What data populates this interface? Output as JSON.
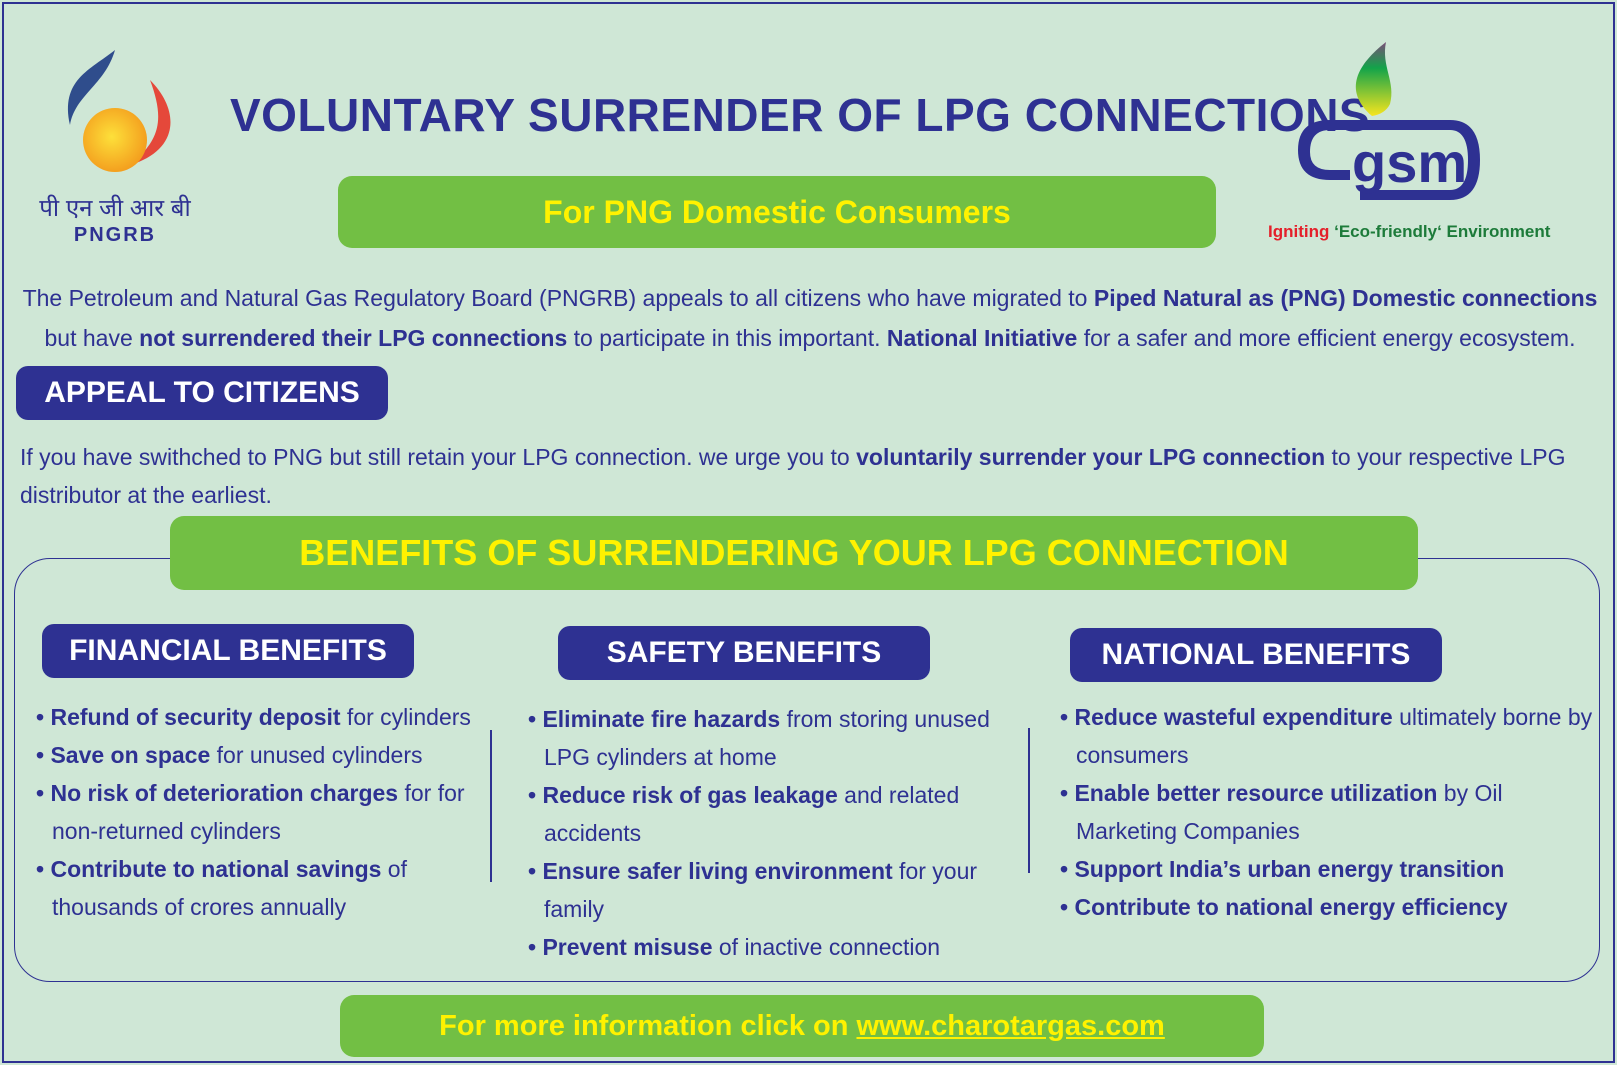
{
  "header": {
    "title": "VOLUNTARY SURRENDER OF LPG CONNECTIONS",
    "subtitle": "For PNG Domestic Consumers"
  },
  "logos": {
    "left": {
      "hindi": "पी एन जी आर बी",
      "name": "PNGRB"
    },
    "right": {
      "name": "cgsm",
      "tagline_red": "Igniting",
      "tagline_green": "‘Eco-friendly‘ Environment"
    }
  },
  "intro": {
    "p1": "The Petroleum and Natural Gas Regulatory Board (PNGRB) appeals to all citizens who have migrated to ",
    "b1": "Piped Natural as (PNG) Domestic connections",
    "p2": " but have ",
    "b2": "not surrendered their LPG connections",
    "p3": " to participate in this important. ",
    "b3": "National Initiative",
    "p4": " for a safer and more efficient energy ecosystem."
  },
  "appeal": {
    "heading": "APPEAL TO CITIZENS",
    "t1": "If you have swithched to PNG but still retain your LPG connection. we urge you to ",
    "b1": "voluntarily surrender your LPG connection",
    "t2": "  to your respective LPG distributor at the earliest."
  },
  "benefits": {
    "heading": "BENEFITS OF SURRENDERING YOUR LPG CONNECTION",
    "columns": [
      {
        "heading": "FINANCIAL BENEFITS",
        "items": [
          {
            "bold": "Refund of security deposit",
            "rest": " for cylinders"
          },
          {
            "bold": "Save on space",
            "rest": " for unused cylinders"
          },
          {
            "bold": "No risk of deterioration charges",
            "rest": " for for non-returned cylinders"
          },
          {
            "bold": "Contribute to national savings",
            "rest": " of thousands of crores annually"
          }
        ]
      },
      {
        "heading": "SAFETY BENEFITS",
        "items": [
          {
            "bold": "Eliminate fire hazards",
            "rest": " from storing unused LPG cylinders at home"
          },
          {
            "bold": "Reduce risk of gas leakage",
            "rest": " and related accidents"
          },
          {
            "bold": "Ensure safer living environment",
            "rest": " for your family"
          },
          {
            "bold": "Prevent misuse",
            "rest": " of inactive connection"
          }
        ]
      },
      {
        "heading": "NATIONAL BENEFITS",
        "items": [
          {
            "bold": "Reduce wasteful expenditure",
            "rest": " ultimately borne by consumers"
          },
          {
            "bold": "Enable better resource utilization",
            "rest": " by Oil Marketing Companies"
          },
          {
            "bold": "Support India’s urban energy transition",
            "rest": ""
          },
          {
            "bold": "Contribute to national energy efficiency",
            "rest": ""
          }
        ]
      }
    ]
  },
  "footer": {
    "text": "For more information click on ",
    "link": "www.charotargas.com"
  },
  "colors": {
    "background": "#cfe7d6",
    "navy": "#2e3192",
    "green": "#72bf44",
    "yellow": "#fff200"
  }
}
